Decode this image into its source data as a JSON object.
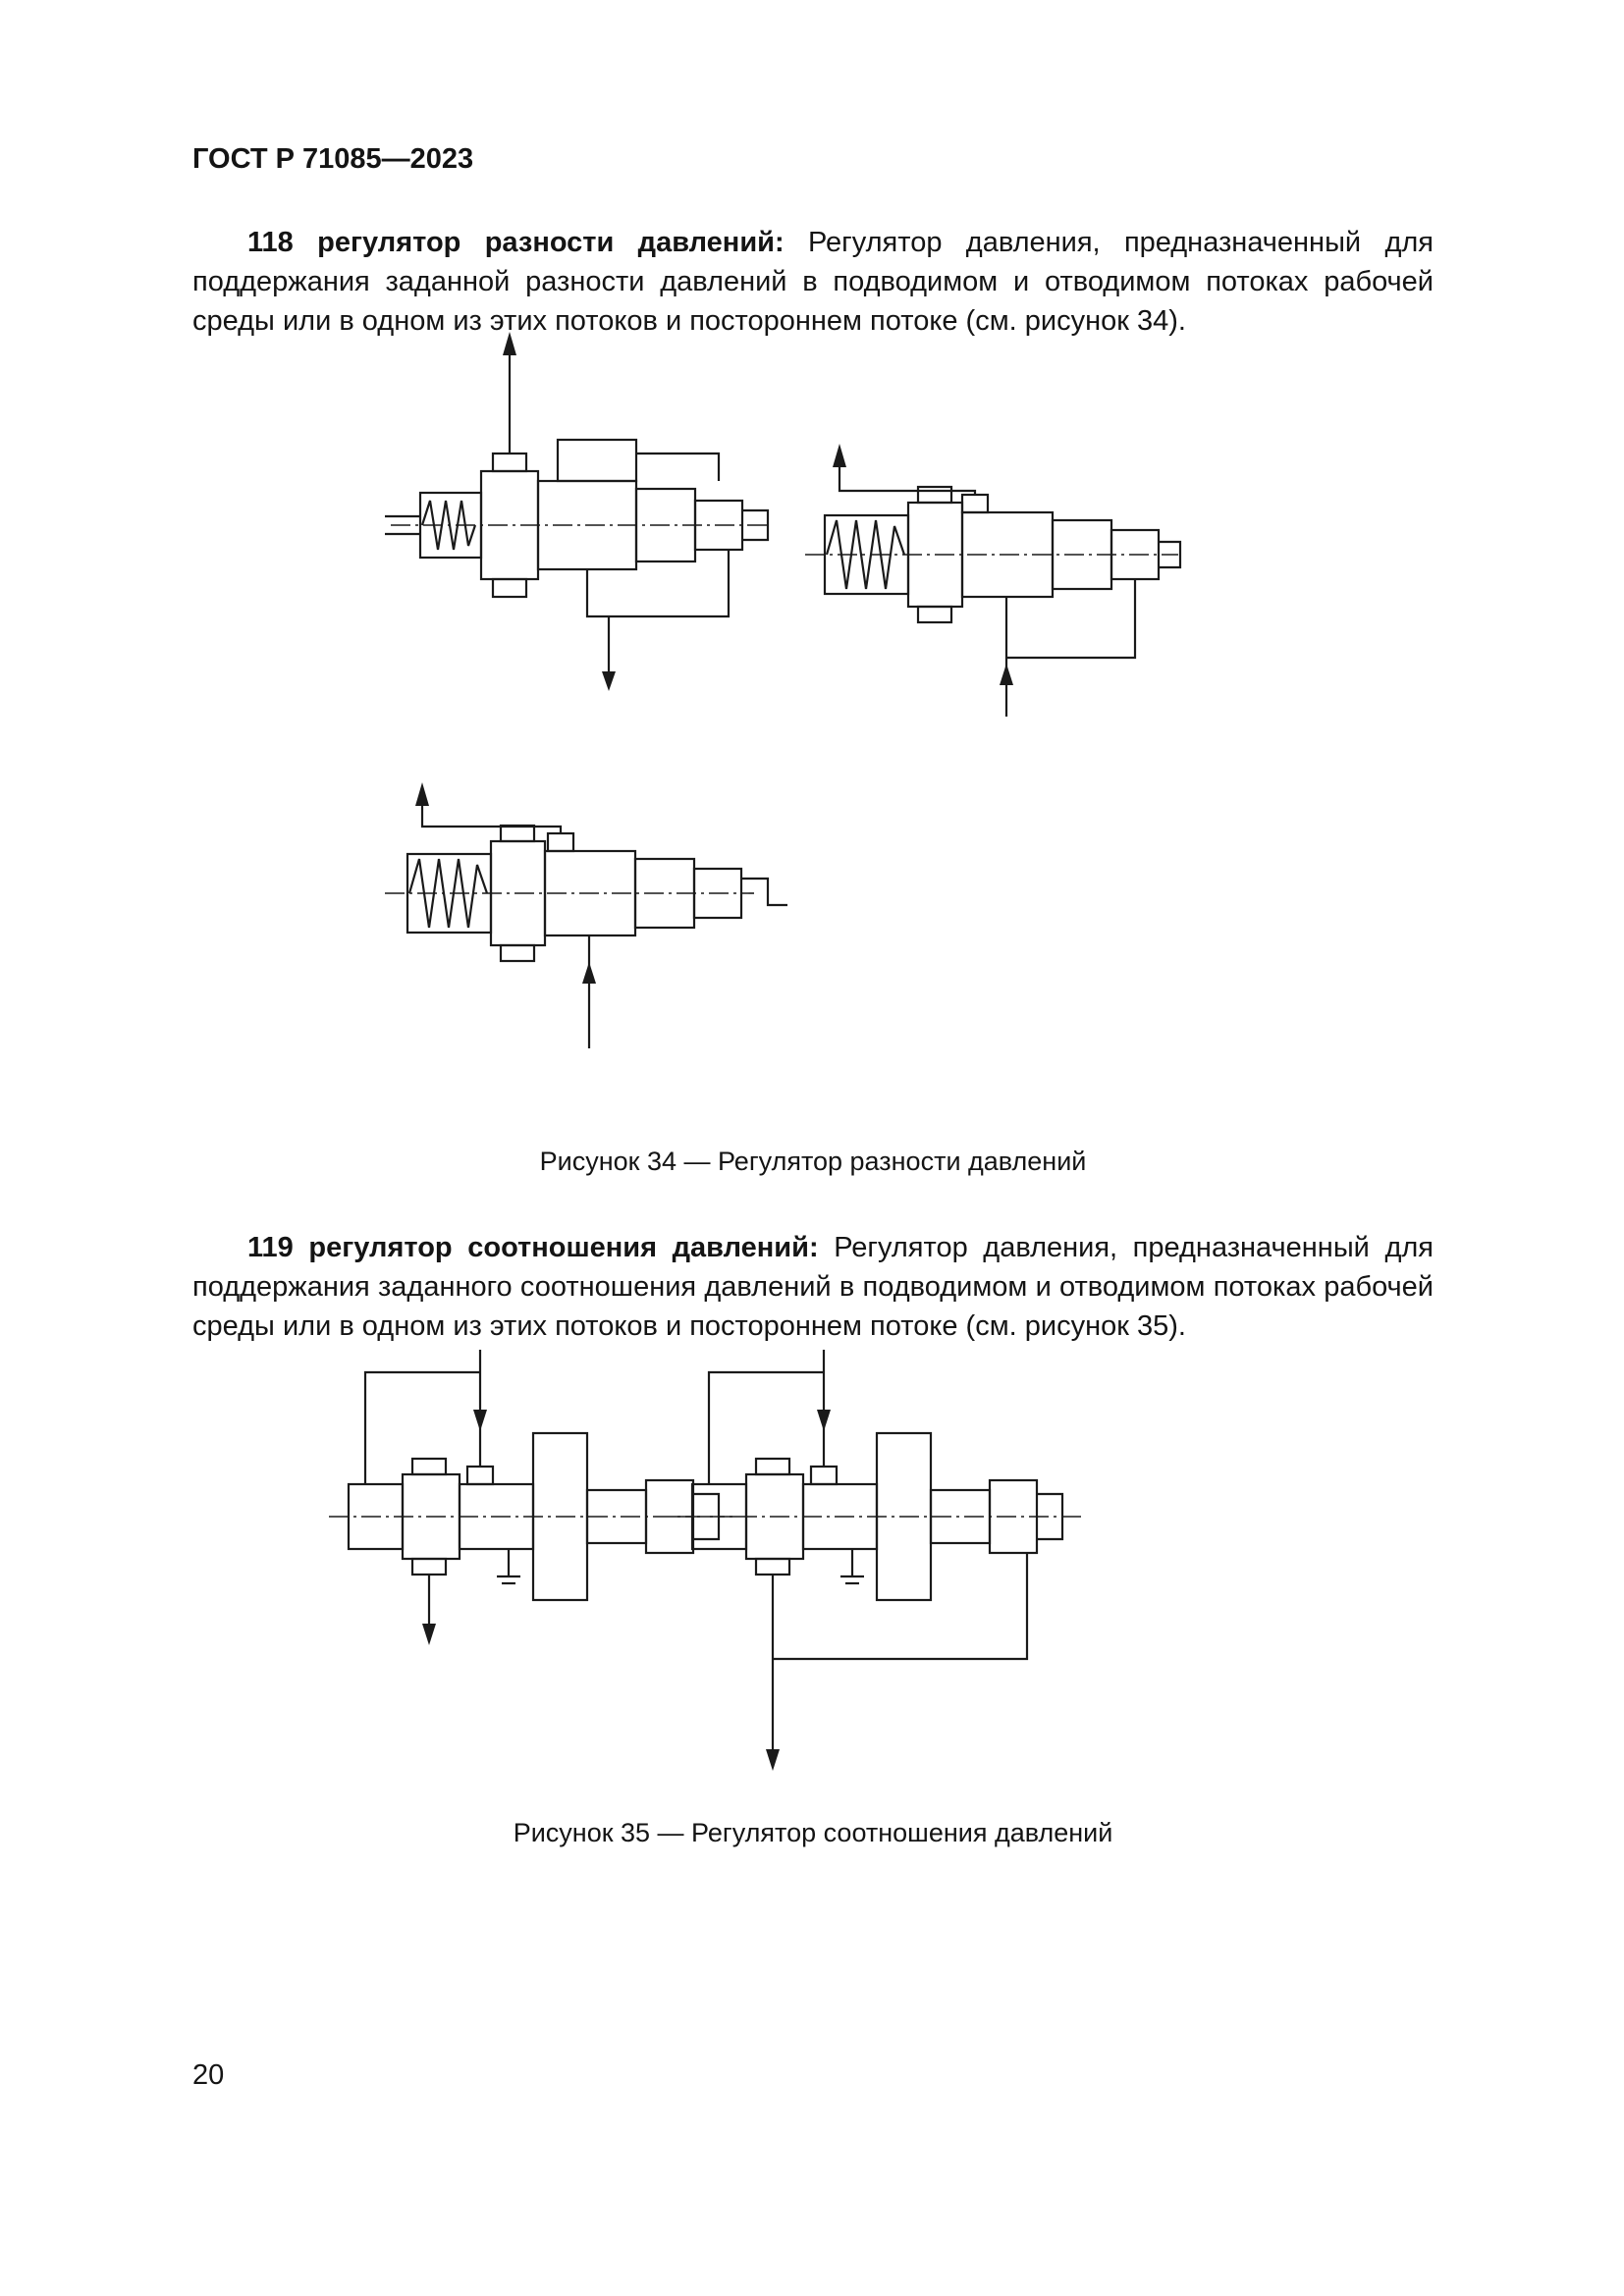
{
  "header": {
    "doc_code": "ГОСТ Р 71085—2023"
  },
  "terms": [
    {
      "lead": "118 регулятор разности давлений:",
      "definition": "Регулятор давления, предназначенный для поддержания заданной разности давлений в подводимом и отводимом потоках рабочей среды или в одном из этих потоков и постороннем потоке (см. рисунок 34)."
    },
    {
      "lead": "119 регулятор соотношения давлений:",
      "definition": "Регулятор давления, предназначенный для поддержания заданного соотношения давлений в подводимом и отводимом потоках рабочей среды или в одном из этих потоков и постороннем потоке (см. рисунок 35)."
    }
  ],
  "figures": [
    {
      "caption": "Рисунок 34 — Регулятор разности давлений"
    },
    {
      "caption": "Рисунок 35 — Регулятор соотношения давлений"
    }
  ],
  "footer": {
    "page_number": "20"
  }
}
